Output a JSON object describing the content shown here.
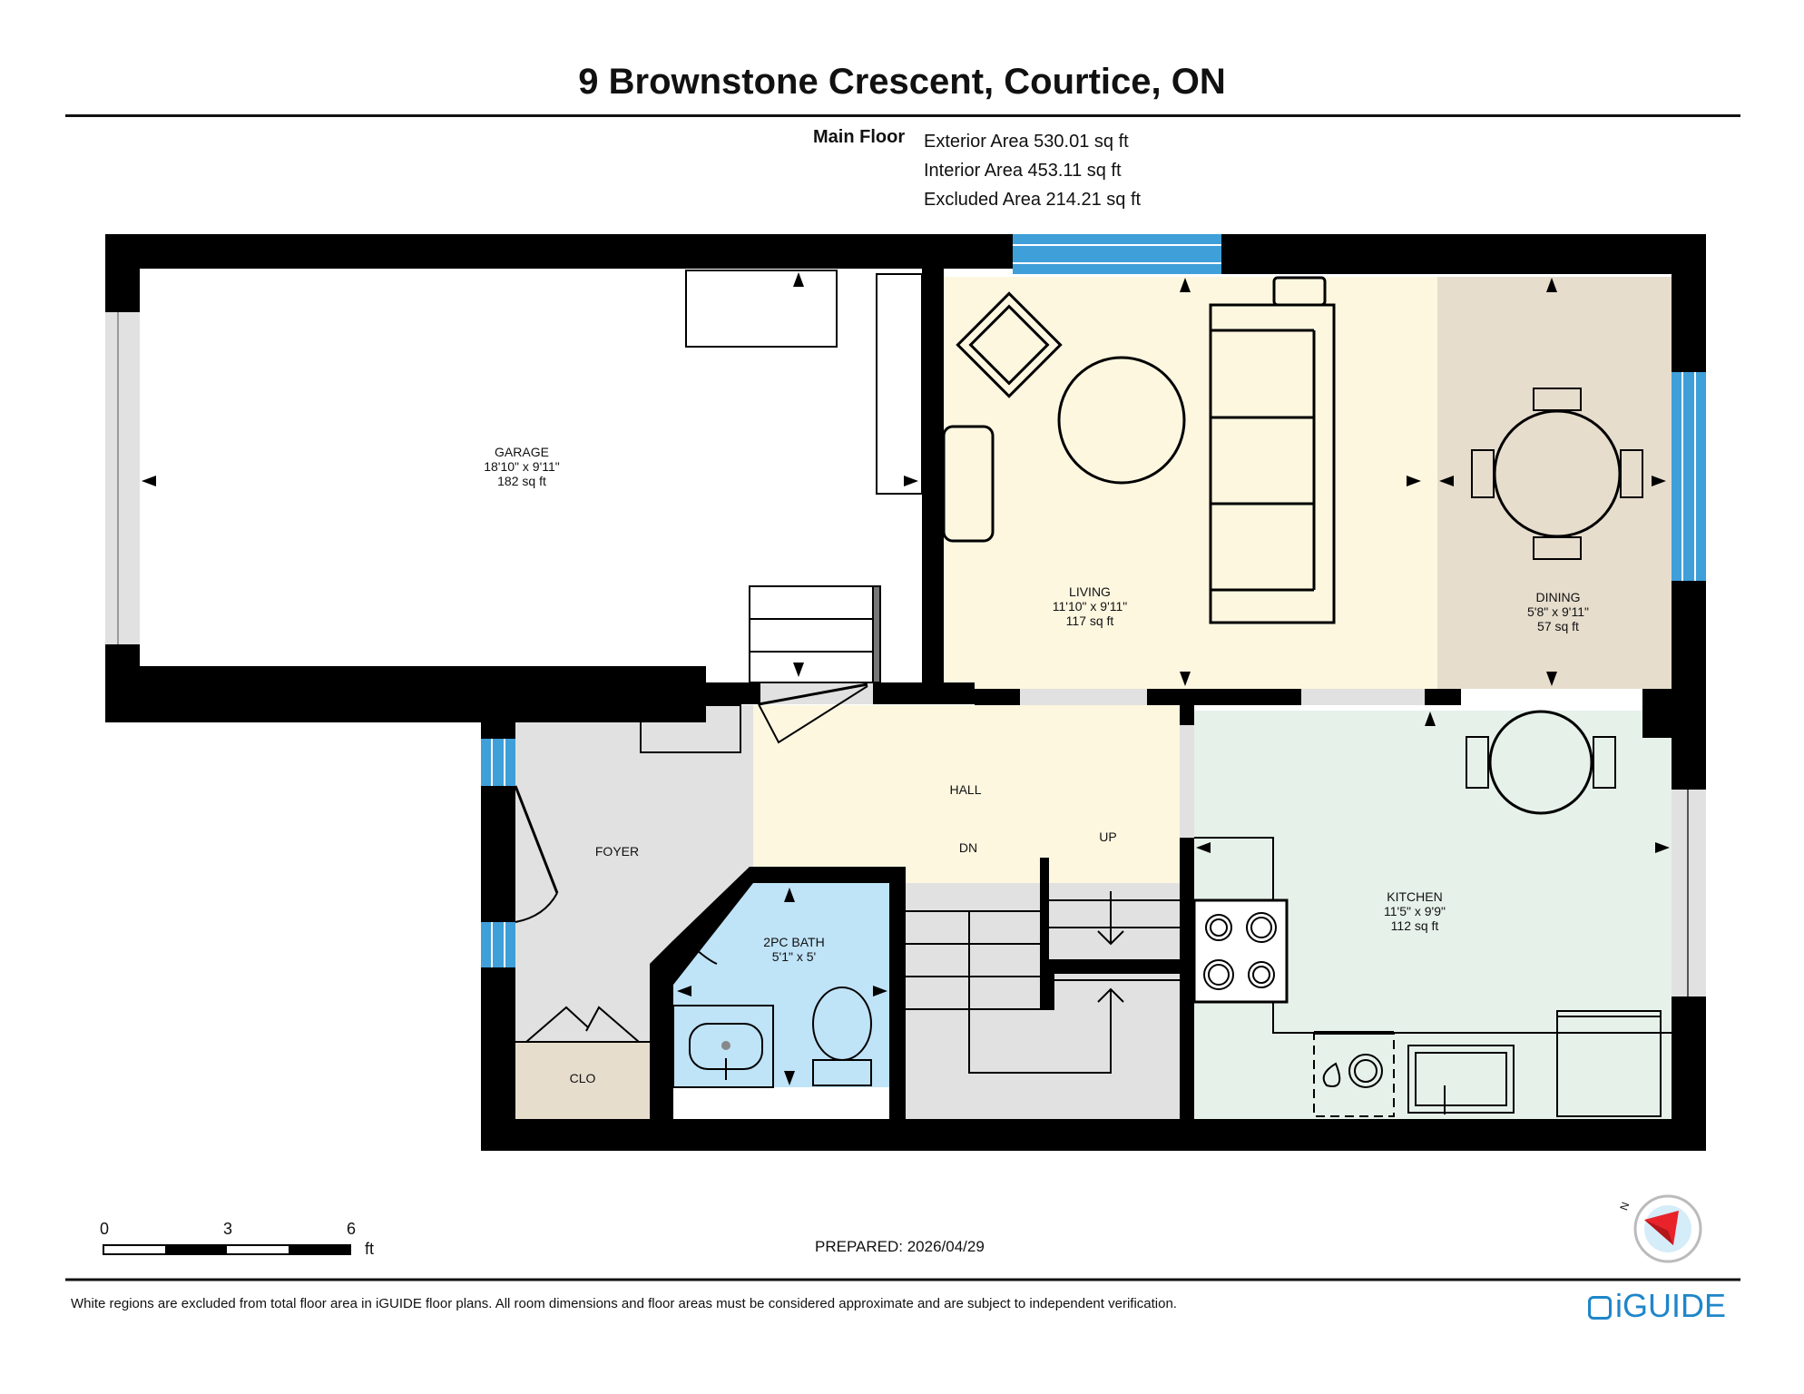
{
  "header": {
    "title": "9 Brownstone Crescent, Courtice, ON"
  },
  "areas": {
    "floor_name": "Main Floor",
    "exterior": "Exterior Area 530.01 sq ft",
    "interior": "Interior Area 453.11 sq ft",
    "excluded": "Excluded Area 214.21 sq ft"
  },
  "rooms": {
    "garage": {
      "name": "GARAGE",
      "dims": "18'10\" x 9'11\"",
      "area": "182 sq ft"
    },
    "living": {
      "name": "LIVING",
      "dims": "11'10\" x 9'11\"",
      "area": "117 sq ft"
    },
    "dining": {
      "name": "DINING",
      "dims": "5'8\" x 9'11\"",
      "area": "57 sq ft"
    },
    "hall": {
      "name": "HALL"
    },
    "foyer": {
      "name": "FOYER"
    },
    "bath": {
      "name": "2PC BATH",
      "dims": "5'1\" x 5'"
    },
    "kitchen": {
      "name": "KITCHEN",
      "dims": "11'5\" x 9'9\"",
      "area": "112 sq ft"
    },
    "closet": {
      "name": "CLO"
    },
    "stairs_down": "DN",
    "stairs_up": "UP"
  },
  "scale": {
    "ticks": [
      "0",
      "3",
      "6"
    ],
    "unit": "ft"
  },
  "compass": {
    "label": "N"
  },
  "footer": {
    "prepared": "PREPARED: 2026/04/29",
    "disclaimer": "White regions are excluded from total floor area in iGUIDE floor plans. All room dimensions and floor areas must be considered approximate and are subject to independent verification.",
    "brand": "iGUIDE"
  },
  "colors": {
    "wall": "#000000",
    "living": "#fdf7e0",
    "dining": "#e7ddcd",
    "hall": "#fdf7e0",
    "foyer": "#e1e1e1",
    "kitchen": "#e6f1ea",
    "bath": "#bfe3f7",
    "closet": "#e7ddcd",
    "stairs": "#e1e1e1",
    "window": "#3f9fd9",
    "brand": "#1f86c9"
  }
}
